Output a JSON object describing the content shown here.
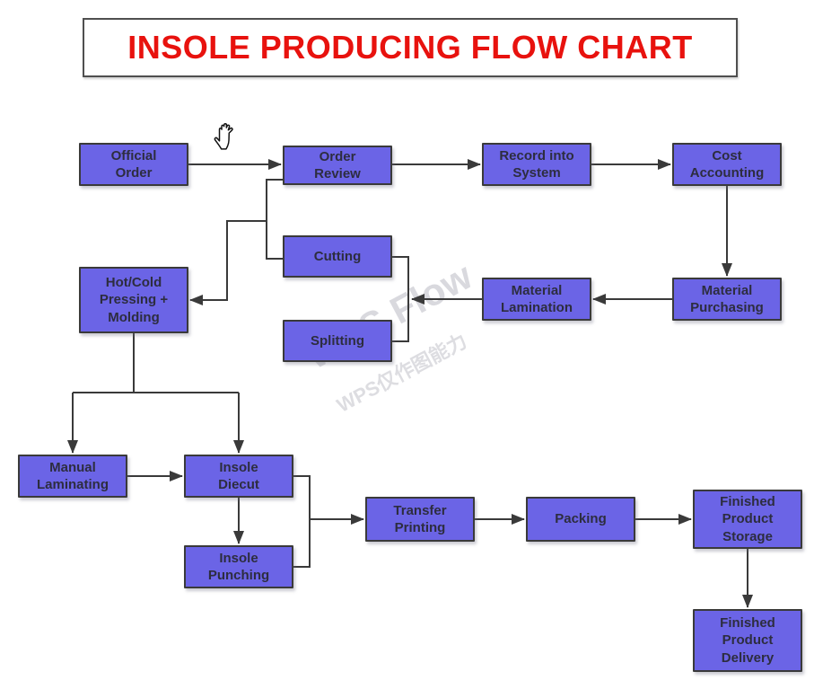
{
  "title": "INSOLE PRODUCING FLOW CHART",
  "watermark": {
    "primary": "WPS Flow",
    "secondary": "WPS仅作图能力"
  },
  "icons": {
    "hand_cursor": "open-hand-grab-cursor"
  },
  "colors": {
    "node_fill": "#6B64E6",
    "node_border": "#3A3A3A",
    "node_text": "#2D2D3F",
    "connector": "#3A3A3A",
    "title_text": "#E8120E",
    "title_border": "#4F4F4F",
    "watermark": "#B4B4BE",
    "background": "#FFFFFF"
  },
  "nodes": {
    "official_order": {
      "label": "Official\nOrder"
    },
    "order_review": {
      "label": "Order\nReview"
    },
    "record_into_system": {
      "label": "Record into\nSystem"
    },
    "cost_accounting": {
      "label": "Cost\nAccounting"
    },
    "cutting": {
      "label": "Cutting"
    },
    "splitting": {
      "label": "Splitting"
    },
    "material_lamination": {
      "label": "Material\nLamination"
    },
    "material_purchasing": {
      "label": "Material\nPurchasing"
    },
    "hot_cold_pressing": {
      "label": "Hot/Cold\nPressing +\nMolding"
    },
    "manual_laminating": {
      "label": "Manual\nLaminating"
    },
    "insole_diecut": {
      "label": "Insole\nDiecut"
    },
    "insole_punching": {
      "label": "Insole\nPunching"
    },
    "transfer_printing": {
      "label": "Transfer\nPrinting"
    },
    "packing": {
      "label": "Packing"
    },
    "finished_product_storage": {
      "label": "Finished\nProduct\nStorage"
    },
    "finished_product_delivery": {
      "label": "Finished\nProduct\nDelivery"
    }
  },
  "edges": [
    {
      "from": "official_order",
      "to": "order_review"
    },
    {
      "from": "order_review",
      "to": "record_into_system"
    },
    {
      "from": "record_into_system",
      "to": "cost_accounting"
    },
    {
      "from": "cost_accounting",
      "to": "material_purchasing"
    },
    {
      "from": "material_purchasing",
      "to": "material_lamination"
    },
    {
      "from": "material_lamination",
      "to": "cutting"
    },
    {
      "from": "material_lamination",
      "to": "splitting"
    },
    {
      "from": "order_review",
      "to": "cutting"
    },
    {
      "from": "cutting_splitting_branch",
      "to": "hot_cold_pressing"
    },
    {
      "from": "hot_cold_pressing",
      "to": "manual_laminating"
    },
    {
      "from": "hot_cold_pressing",
      "to": "insole_diecut"
    },
    {
      "from": "manual_laminating",
      "to": "insole_diecut"
    },
    {
      "from": "insole_diecut",
      "to": "insole_punching"
    },
    {
      "from": "insole_diecut",
      "to": "transfer_printing"
    },
    {
      "from": "insole_punching",
      "to": "transfer_printing"
    },
    {
      "from": "transfer_printing",
      "to": "packing"
    },
    {
      "from": "packing",
      "to": "finished_product_storage"
    },
    {
      "from": "finished_product_storage",
      "to": "finished_product_delivery"
    }
  ]
}
